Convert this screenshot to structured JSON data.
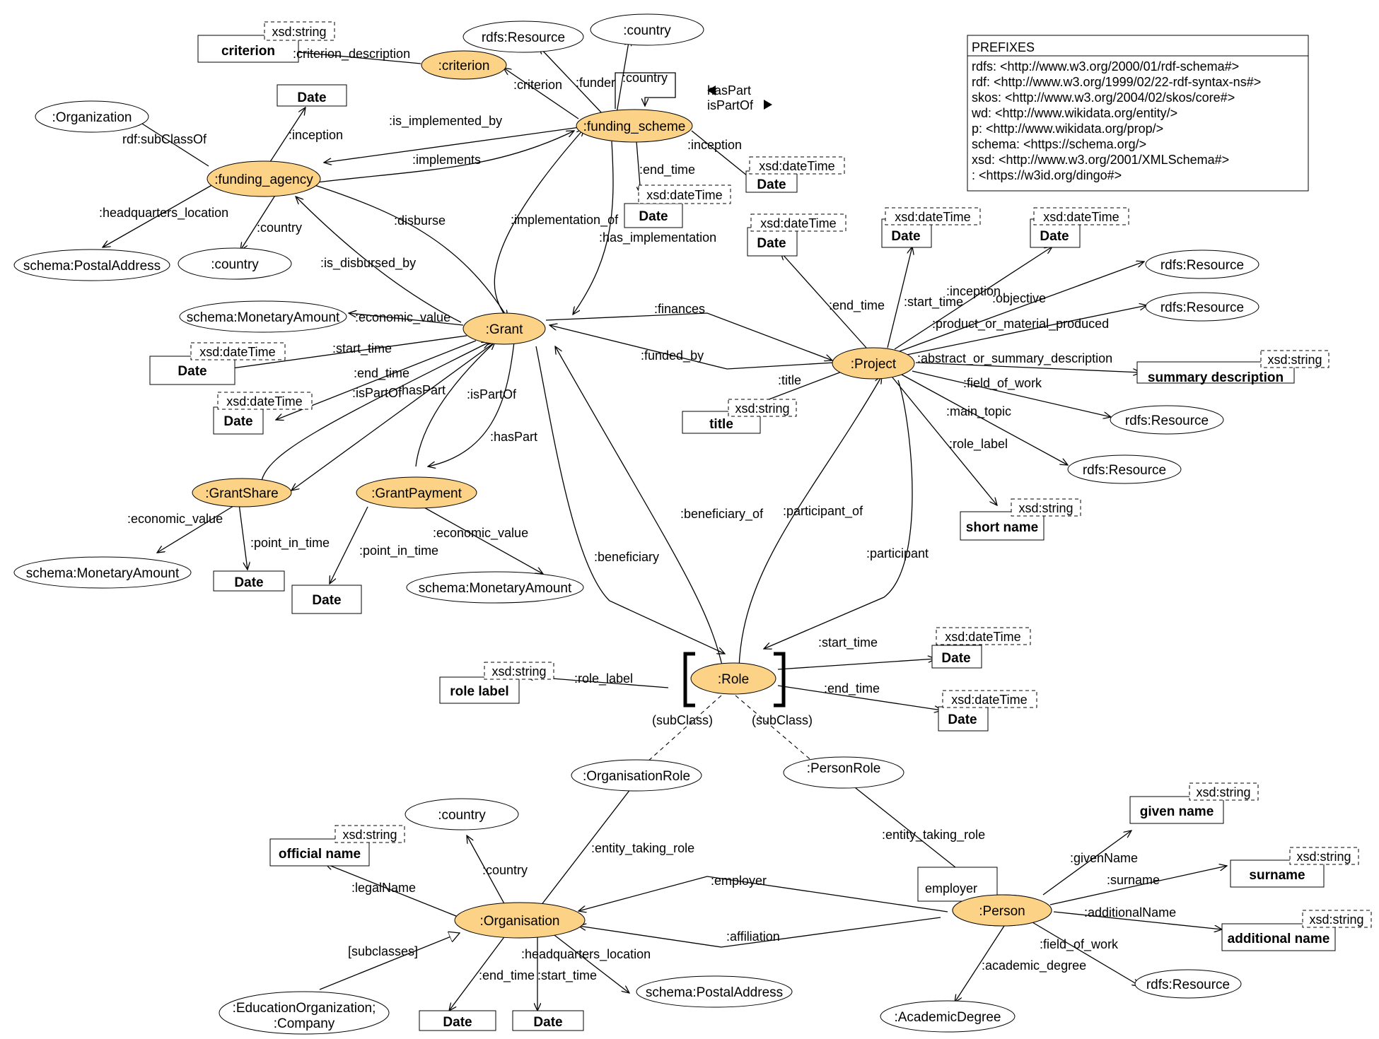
{
  "prefixes": {
    "title": "PREFIXES",
    "lines": [
      "rdfs: <http://www.w3.org/2000/01/rdf-schema#>",
      "rdf: <http://www.w3.org/1999/02/22-rdf-syntax-ns#>",
      "skos: <http://www.w3.org/2004/02/skos/core#>",
      "wd: <http://www.wikidata.org/entity/>",
      "p: <http://www.wikidata.org/prop/>",
      "schema: <https://schema.org/>",
      "xsd: <http://www.w3.org/2001/XMLSchema#>",
      ": <https://w3id.org/dingo#>"
    ]
  },
  "classes": [
    {
      "id": "criterion",
      "label": ":criterion",
      "kind": "class"
    },
    {
      "id": "funding_scheme",
      "label": ":funding_scheme",
      "kind": "class"
    },
    {
      "id": "funding_agency",
      "label": ":funding_agency",
      "kind": "class"
    },
    {
      "id": "grant",
      "label": ":Grant",
      "kind": "class"
    },
    {
      "id": "project",
      "label": ":Project",
      "kind": "class"
    },
    {
      "id": "grantshare",
      "label": ":GrantShare",
      "kind": "class"
    },
    {
      "id": "grantpayment",
      "label": ":GrantPayment",
      "kind": "class"
    },
    {
      "id": "role",
      "label": ":Role",
      "kind": "class"
    },
    {
      "id": "organisation",
      "label": ":Organisation",
      "kind": "class"
    },
    {
      "id": "person",
      "label": ":Person",
      "kind": "class"
    },
    {
      "id": "rdfs_res_1",
      "label": "rdfs:Resource",
      "kind": "external"
    },
    {
      "id": "country_1",
      "label": ":country",
      "kind": "external"
    },
    {
      "id": "organization",
      "label": ":Organization",
      "kind": "external"
    },
    {
      "id": "postal_1",
      "label": "schema:PostalAddress",
      "kind": "external"
    },
    {
      "id": "country_2",
      "label": ":country",
      "kind": "external"
    },
    {
      "id": "monetary_1",
      "label": "schema:MonetaryAmount",
      "kind": "external"
    },
    {
      "id": "rdfs_res_2",
      "label": "rdfs:Resource",
      "kind": "external"
    },
    {
      "id": "rdfs_res_3",
      "label": "rdfs:Resource",
      "kind": "external"
    },
    {
      "id": "rdfs_res_4",
      "label": "rdfs:Resource",
      "kind": "external"
    },
    {
      "id": "rdfs_res_5",
      "label": "rdfs:Resource",
      "kind": "external"
    },
    {
      "id": "monetary_2",
      "label": "schema:MonetaryAmount",
      "kind": "external"
    },
    {
      "id": "monetary_3",
      "label": "schema:MonetaryAmount",
      "kind": "external"
    },
    {
      "id": "org_role",
      "label": ":OrganisationRole",
      "kind": "external"
    },
    {
      "id": "person_role",
      "label": ":PersonRole",
      "kind": "external"
    },
    {
      "id": "country_3",
      "label": ":country",
      "kind": "external"
    },
    {
      "id": "postal_2",
      "label": "schema:PostalAddress",
      "kind": "external"
    },
    {
      "id": "edu_org",
      "label": ":EducationOrganization;",
      "label2": ":Company",
      "kind": "external"
    },
    {
      "id": "academic",
      "label": ":AcademicDegree",
      "kind": "external"
    },
    {
      "id": "rdfs_res_6",
      "label": "rdfs:Resource",
      "kind": "external"
    }
  ],
  "literals": [
    {
      "id": "lit_criterion",
      "label": "criterion",
      "type": "xsd:string"
    },
    {
      "id": "lit_date_agency",
      "label": "Date",
      "type": ""
    },
    {
      "id": "lit_date_fs",
      "label": "Date",
      "type": "xsd:dateTime"
    },
    {
      "id": "lit_date_fs_end",
      "label": "Date",
      "type": "xsd:dateTime"
    },
    {
      "id": "lit_date_proj_end",
      "label": "Date",
      "type": "xsd:dateTime"
    },
    {
      "id": "lit_date_proj_start",
      "label": "Date",
      "type": "xsd:dateTime"
    },
    {
      "id": "lit_date_proj_incep",
      "label": "Date",
      "type": "xsd:dateTime"
    },
    {
      "id": "lit_summary",
      "label": "summary description",
      "type": "xsd:string"
    },
    {
      "id": "lit_title",
      "label": "title",
      "type": "xsd:string"
    },
    {
      "id": "lit_short",
      "label": "short name",
      "type": "xsd:string"
    },
    {
      "id": "lit_date_grant_start",
      "label": "Date",
      "type": "xsd:dateTime"
    },
    {
      "id": "lit_date_grant_end",
      "label": "Date",
      "type": "xsd:dateTime"
    },
    {
      "id": "lit_date_share",
      "label": "Date",
      "type": ""
    },
    {
      "id": "lit_date_payment",
      "label": "Date",
      "type": ""
    },
    {
      "id": "lit_role_label",
      "label": "role label",
      "type": "xsd:string"
    },
    {
      "id": "lit_date_role_start",
      "label": "Date",
      "type": "xsd:dateTime"
    },
    {
      "id": "lit_date_role_end",
      "label": "Date",
      "type": "xsd:dateTime"
    },
    {
      "id": "lit_official",
      "label": "official name",
      "type": "xsd:string"
    },
    {
      "id": "lit_given",
      "label": "given name",
      "type": "xsd:string"
    },
    {
      "id": "lit_surname",
      "label": "surname",
      "type": "xsd:string"
    },
    {
      "id": "lit_additional",
      "label": "additional name",
      "type": "xsd:string"
    },
    {
      "id": "lit_date_org_end",
      "label": "Date",
      "type": ""
    },
    {
      "id": "lit_date_org_start",
      "label": "Date",
      "type": ""
    },
    {
      "id": "lit_employer",
      "label": "employer",
      "type": ""
    }
  ],
  "edges": [
    {
      "label": ":criterion_description"
    },
    {
      "label": ":criterion"
    },
    {
      "label": ":funder"
    },
    {
      "label": ":country"
    },
    {
      "label": "hasPart"
    },
    {
      "label": "isPartOf"
    },
    {
      "label": ":inception"
    },
    {
      "label": ":end_time"
    },
    {
      "label": ":is_implemented_by"
    },
    {
      "label": ":implements"
    },
    {
      "label": "rdf:subClassOf"
    },
    {
      "label": ":inception"
    },
    {
      "label": ":headquarters_location"
    },
    {
      "label": ":country"
    },
    {
      "label": ":disburse"
    },
    {
      "label": ":is_disbursed_by"
    },
    {
      "label": ":implementation_of"
    },
    {
      "label": ":has_implementation"
    },
    {
      "label": ":economic_value"
    },
    {
      "label": ":finances"
    },
    {
      "label": ":funded_by"
    },
    {
      "label": ":start_time"
    },
    {
      "label": ":end_time"
    },
    {
      "label": ":isPartOf"
    },
    {
      "label": ":hasPart"
    },
    {
      "label": ":isPartOf"
    },
    {
      "label": ":hasPart"
    },
    {
      "label": ":end_time"
    },
    {
      "label": ":start_time"
    },
    {
      "label": ":inception"
    },
    {
      "label": ":objective"
    },
    {
      "label": ":product_or_material_produced"
    },
    {
      "label": ":abstract_or_summary_description"
    },
    {
      "label": ":field_of_work"
    },
    {
      "label": ":title"
    },
    {
      "label": ":main_topic"
    },
    {
      "label": ":role_label"
    },
    {
      "label": ":economic_value"
    },
    {
      "label": ":point_in_time"
    },
    {
      "label": ":point_in_time"
    },
    {
      "label": ":economic_value"
    },
    {
      "label": ":beneficiary_of"
    },
    {
      "label": ":participant_of"
    },
    {
      "label": ":beneficiary"
    },
    {
      "label": ":participant"
    },
    {
      "label": ":start_time"
    },
    {
      "label": ":role_label"
    },
    {
      "label": ":end_time"
    },
    {
      "label": "(subClass)"
    },
    {
      "label": "(subClass)"
    },
    {
      "label": ":entity_taking_role"
    },
    {
      "label": ":entity_taking_role"
    },
    {
      "label": ":country"
    },
    {
      "label": ":legalName"
    },
    {
      "label": ":employer"
    },
    {
      "label": ":givenName"
    },
    {
      "label": ":surname"
    },
    {
      "label": ":additionalName"
    },
    {
      "label": ":affiliation"
    },
    {
      "label": "[subclasses]"
    },
    {
      "label": ":headquarters_location"
    },
    {
      "label": ":end_time"
    },
    {
      "label": ":start_time"
    },
    {
      "label": ":field_of_work"
    },
    {
      "label": ":academic_degree"
    }
  ],
  "colors": {
    "class_fill": "#fcd286",
    "stroke": "#000000",
    "background": "#ffffff"
  }
}
